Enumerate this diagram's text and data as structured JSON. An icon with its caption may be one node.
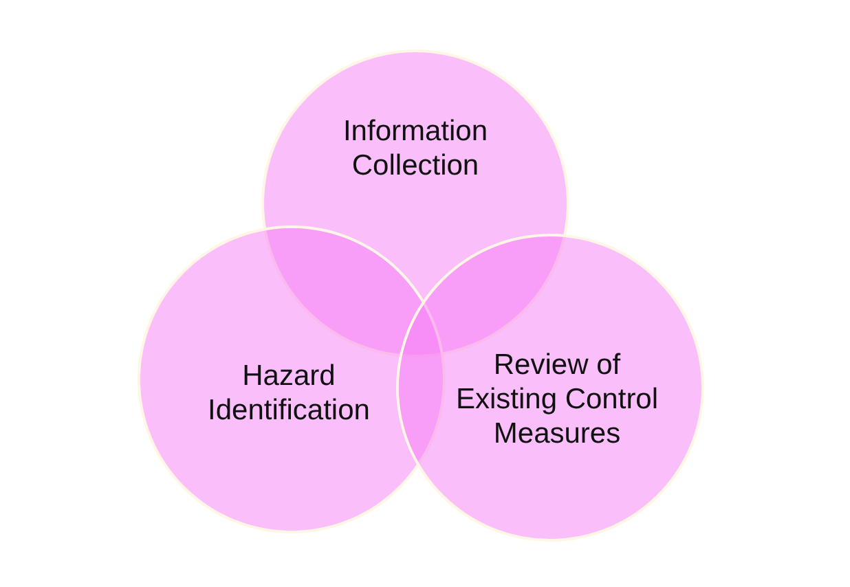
{
  "diagram": {
    "nodes": [
      {
        "text": [
          "Information Collection"
        ]
      },
      {
        "text": [
          "Hazard Identification"
        ]
      },
      {
        "text": [
          "Review of Existing Control Measures"
        ]
      }
    ]
  }
}
